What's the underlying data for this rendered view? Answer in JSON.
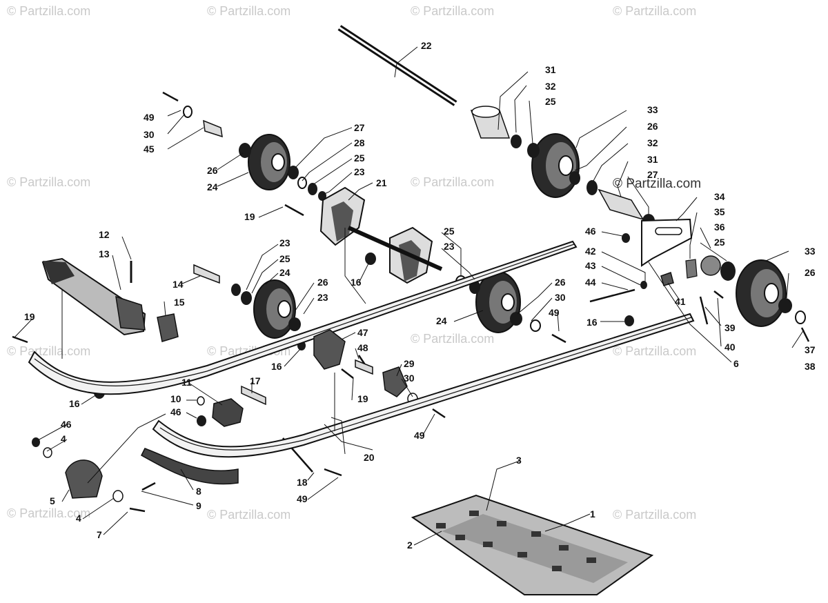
{
  "watermark": {
    "text": "© Partzilla.com"
  },
  "callouts": {
    "n1": "1",
    "n2": "2",
    "n3": "3",
    "n4a": "4",
    "n4b": "4",
    "n5": "5",
    "n6": "6",
    "n7": "7",
    "n8": "8",
    "n9": "9",
    "n10": "10",
    "n11": "11",
    "n12": "12",
    "n13": "13",
    "n14": "14",
    "n15": "15",
    "n16a": "16",
    "n16b": "16",
    "n16c": "16",
    "n16d": "16",
    "n17": "17",
    "n18": "18",
    "n19a": "19",
    "n19b": "19",
    "n19c": "19",
    "n20": "20",
    "n21": "21",
    "n22": "22",
    "n23a": "23",
    "n23b": "23",
    "n23c": "23",
    "n23d": "23",
    "n24a": "24",
    "n24b": "24",
    "n24c": "24",
    "n25a": "25",
    "n25b": "25",
    "n25c": "25",
    "n25d": "25",
    "n25e": "25",
    "n26a": "26",
    "n26b": "26",
    "n26c": "26",
    "n26d": "26",
    "n26e": "26",
    "n27": "27",
    "n28": "28",
    "n29": "29",
    "n30a": "30",
    "n30b": "30",
    "n30c": "30",
    "n31a": "31",
    "n31b": "31",
    "n32a": "32",
    "n32b": "32",
    "n33a": "33",
    "n33b": "33",
    "n34": "34",
    "n35": "35",
    "n36": "36",
    "n37": "37",
    "n38": "38",
    "n39": "39",
    "n40": "40",
    "n41": "41",
    "n42": "42",
    "n43": "43",
    "n44": "44",
    "n45": "45",
    "n46a": "46",
    "n46b": "46",
    "n46c": "46",
    "n47": "47",
    "n48": "48",
    "n49a": "49",
    "n49b": "49",
    "n49c": "49",
    "n49d": "49"
  }
}
